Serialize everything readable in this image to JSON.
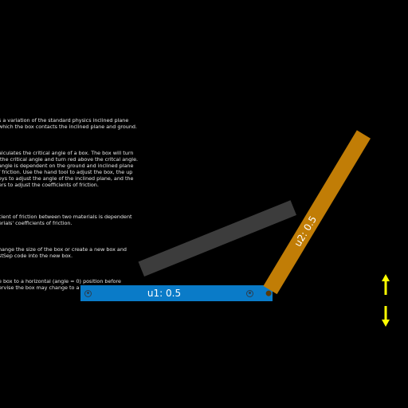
{
  "instructions": {
    "paragraphs": [
      [
        "s a variation of the standard physics inclined plane",
        "which the box contacts the inclined plane and ground."
      ],
      [
        "alculates the critical angle of a box. The box will turn",
        " the critical angle and turn red above the critcal angle.",
        "angle is dependent on the ground and inclined plane",
        "f friction. Use the hand tool to adjust the box, the up",
        "eys to adjust the angle of the inclined plane, and the",
        "ers to adjust the coefficients of friction."
      ],
      [
        "cient of friction between two materials is dependent",
        "erials' coefficients of friction."
      ],
      [
        "hange the size of the box or create a new box and",
        "stSep code into the new box."
      ],
      [
        "e box to a horizontal (angle = 0) position before",
        "ervise the box may change to a polygon and not work."
      ]
    ]
  },
  "ground": {
    "label": "u1: 0.5",
    "color": "#0a7bc8"
  },
  "inclined_plane": {
    "label": "u2: 0.5",
    "color": "#c17d06"
  },
  "box": {
    "color": "#3c3c3c"
  },
  "controls": {
    "up_arrow_icon": "arrow-up",
    "down_arrow_icon": "arrow-down",
    "arrow_color": "#ffff00"
  }
}
